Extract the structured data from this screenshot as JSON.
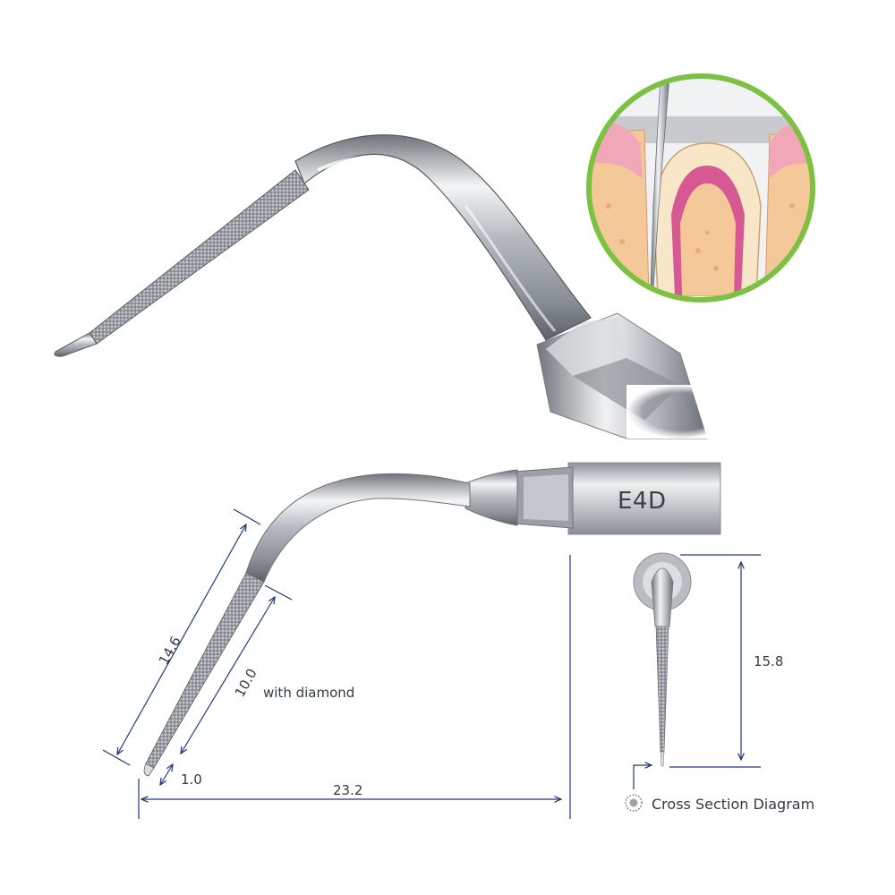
{
  "product": {
    "model_code": "E4D"
  },
  "dimensions": {
    "total_length": "14.6",
    "diamond_length": "10.0",
    "diamond_note": "with diamond",
    "tip_offset": "1.0",
    "horizontal_span": "23.2",
    "height": "15.8"
  },
  "legend": {
    "cross_section": "Cross Section Diagram"
  },
  "colors": {
    "dimension_line": "#1f3a78",
    "inset_ring": "#7cc142",
    "metal": "#c9ccd0",
    "gum": "#f0a7b8",
    "bone": "#f5c89a",
    "pulp": "#d0408a"
  },
  "icons": {
    "cross_section_marker": "dotted-circle-icon"
  }
}
